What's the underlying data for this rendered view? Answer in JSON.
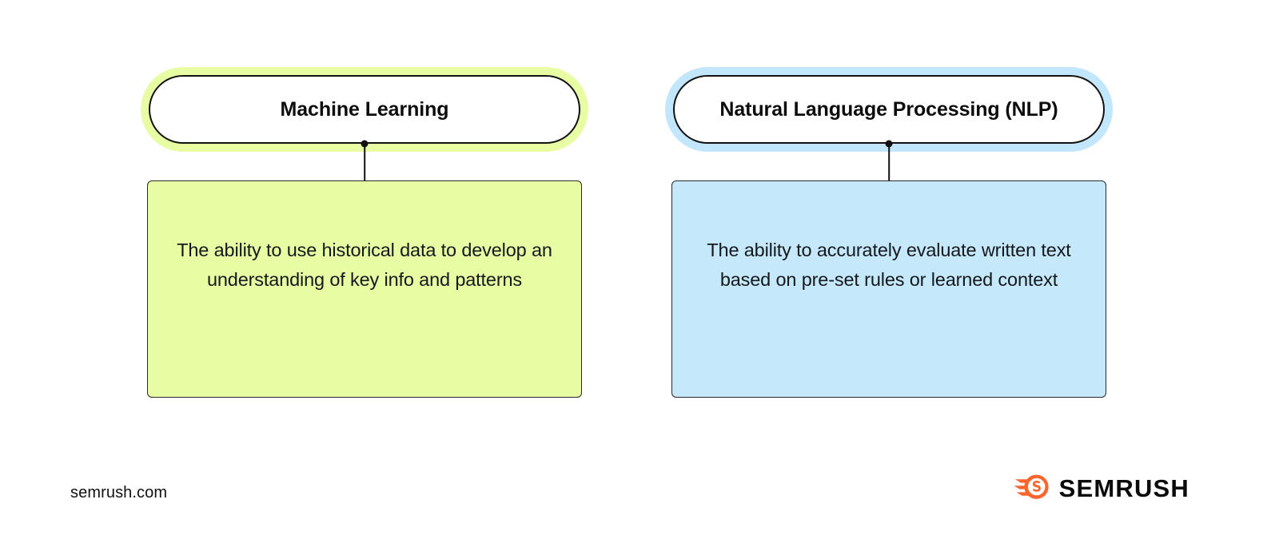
{
  "diagram": {
    "columns": [
      {
        "id": "machine-learning",
        "title": "Machine Learning",
        "description": "The ability to use historical data to develop an understanding of key info and patterns",
        "accent_color": "#E8FCA3",
        "glow_color": "#E8FCA3",
        "border_color": "#111111"
      },
      {
        "id": "natural-language-processing",
        "title": "Natural Language Processing (NLP)",
        "description": "The ability to accurately evaluate written text based on pre-set rules or learned context",
        "accent_color": "#C5E8FB",
        "glow_color": "#C2E6FB",
        "border_color": "#111111"
      }
    ]
  },
  "footer": {
    "site_url": "semrush.com",
    "brand_name": "SEMRUSH",
    "brand_icon": "semrush-comet-icon",
    "brand_color": "#FF642D"
  }
}
